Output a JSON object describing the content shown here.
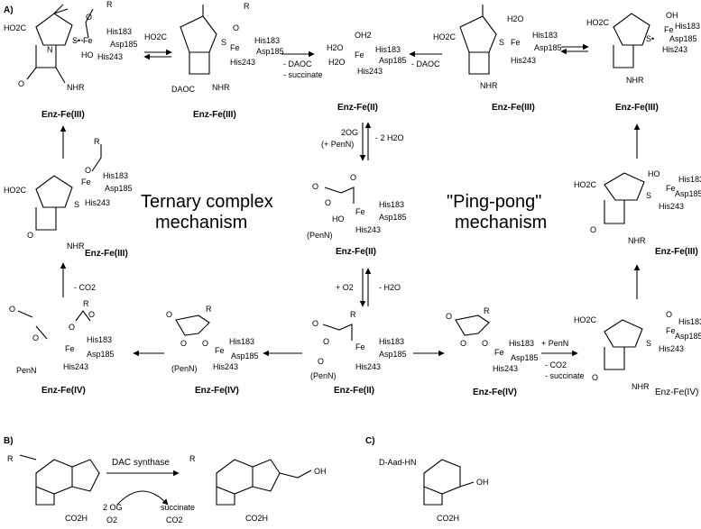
{
  "panels": {
    "a": "A)",
    "b": "B)",
    "c": "C)"
  },
  "mechanisms": {
    "ternary_l1": "Ternary complex",
    "ternary_l2": "mechanism",
    "pingpong_l1": "\"Ping-pong\"",
    "pingpong_l2": "mechanism"
  },
  "complexes": {
    "fe3": "Enz-Fe(III)",
    "fe2": "Enz-Fe(II)",
    "fe4": "Enz-Fe(IV)"
  },
  "ligands": {
    "his183": "His183",
    "asp185": "Asp185",
    "his243": "His243",
    "fe": "Fe",
    "ho": "HO",
    "h2o": "H2O",
    "oh2": "OH2",
    "oh": "OH",
    "r": "R",
    "o": "O",
    "s": "S",
    "n": "N",
    "ho2c": "HO2C",
    "co2h": "CO2H",
    "nhr": "NHR",
    "daoc": "DAOC",
    "penn": "PenN",
    "penn_paren": "(PenN)",
    "s_dot": "S•"
  },
  "reagents": {
    "minus_daoc": "- DAOC",
    "minus_succinate": "- succinate",
    "og_2": "2OG",
    "plus_penn": "(+ PenN)",
    "minus_2h2o": "- 2 H2O",
    "plus_o2": "+ O2",
    "minus_h2o": "- H2O",
    "minus_co2": "- CO2",
    "plus_penn2": "+ PenN"
  },
  "panel_b": {
    "enzyme": "DAC synthase",
    "cosub_in": "2 OG",
    "o2": "O2",
    "succ": "succinate",
    "co2": "CO2",
    "rnh": "R",
    "co2h": "CO2H",
    "oh": "OH"
  },
  "panel_c": {
    "dadd": "D-Aad-HN",
    "oh": "OH",
    "co2h": "CO2H"
  }
}
